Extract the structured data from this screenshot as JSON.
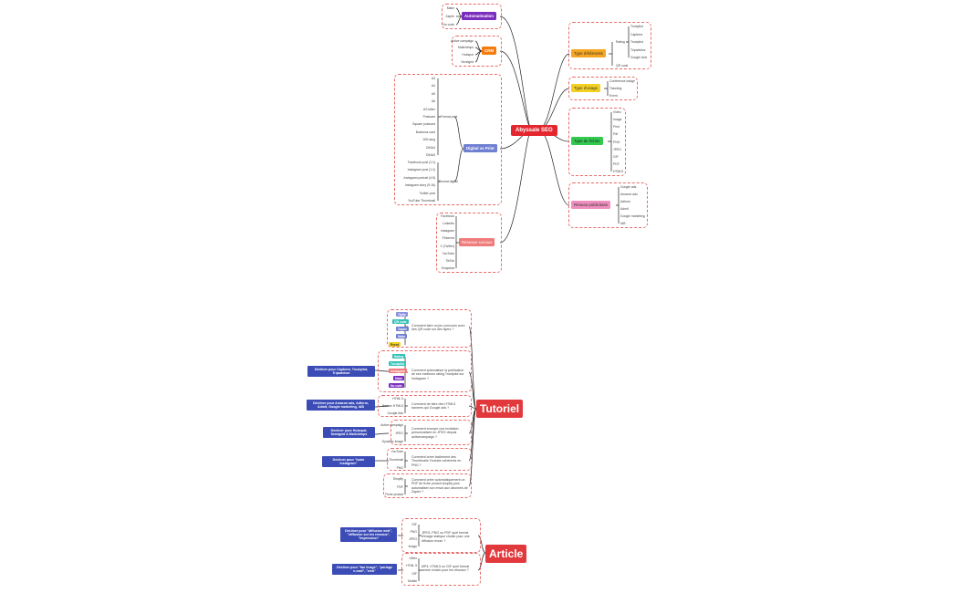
{
  "colors": {
    "central": "#e4262f",
    "automatisation": "#7b2ebd",
    "crm": "#f57c0c",
    "digital_vs_print": "#6f7fd1",
    "reseaux_sociaux": "#ef7b7b",
    "type_elements": "#f5a623",
    "type_usage": "#f2d024",
    "type_fichier": "#32c94f",
    "reseau_publicitaire": "#f08fbf",
    "dashed_border": "#e86a6a",
    "explainer": "#3b4cb6"
  },
  "map": {
    "central": "Abyssale SEO",
    "automatisation": {
      "label": "Automatisation",
      "items": [
        "Make",
        "Zapier",
        "No code"
      ]
    },
    "crm": {
      "label": "CRM",
      "items": [
        "Active campaign",
        "Mailchimps",
        "Hubspot",
        "Sendgrid"
      ]
    },
    "digital_print": {
      "label": "Digital vs Print",
      "format_print": "Format print",
      "format_digital": "Format digital",
      "print_items": [
        "A3",
        "A4",
        "A5",
        "A6",
        "US letter",
        "Postcard",
        "Square postcard",
        "Business card",
        "DIN-lang",
        "DINA4",
        "DINA3"
      ],
      "digital_items": [
        "Facebook post (1:1)",
        "Instagram post (1:1)",
        "Instagram portrait (4:5)",
        "Instagram story (9:16)",
        "Twitter post",
        "YouTube Thumbnail"
      ]
    },
    "reseaux": {
      "label": "Réseaux sociaux",
      "items": [
        "Facebook",
        "LinkedIn",
        "Instagram",
        "Pinterest",
        "X (Twitter)",
        "YouTube",
        "TikTok",
        "Snapchat"
      ]
    },
    "type_elements": {
      "label": "Type d'éléments",
      "rating": "Rating",
      "rating_items": [
        "Trustpilot",
        "Capterra",
        "Trustpilot",
        "Tripadvisor",
        "Google Avis"
      ],
      "qr": "QR code"
    },
    "type_usage": {
      "label": "Type d'usage",
      "items": [
        "Conférence badge",
        "Ticketing",
        "Event"
      ]
    },
    "type_fichier": {
      "label": "Type de fichier",
      "items": [
        "Vidéo",
        "Image",
        "Print",
        "Pdf",
        "PNG",
        "JPEG",
        "GIF",
        "PDF",
        "HTML5"
      ]
    },
    "reseau_pub": {
      "label": "Réseau publicitaire",
      "items": [
        "Google ads",
        "Amazon ads",
        "Adform",
        "Admit",
        "Google marketing",
        "IAB"
      ]
    }
  },
  "tutoriel": {
    "title": "Tutoriel",
    "g1": {
      "chips": [
        "Tipify",
        "QR code",
        "Zapier",
        "Make",
        "Event"
      ],
      "note": "Comment faire un jeu concours avec des QR code sur des flyers ?"
    },
    "g2": {
      "chips": [
        "Rating",
        "Trustpilot",
        "Instagram",
        "Make",
        "No code"
      ],
      "note": "Comment automatiser la publication de ses meilleurs rating Trustpilot sur Instagram ?",
      "explain": "Décliner pour Capterra, Trustpilot, Tripadvisor"
    },
    "g3": {
      "items": [
        "HTML 5",
        "Banner HTML5",
        "Google Ads"
      ],
      "note": "Comment de faire des HTML5 banners qui Google ads ?",
      "explain": "Décliner pour Amazon ads, Adform, Admit, Google marketing, IAB"
    },
    "g4": {
      "items": [
        "Active campaign",
        "JPEG",
        "Dynamic image"
      ],
      "note": "Comment envoyer une invitation personnalisée en JPEG depuis activecampaign ?",
      "explain": "Décliner pour Hubspot, Sendgrid & Mailchimps"
    },
    "g5": {
      "items": [
        "YouTube",
        "Thumbnail",
        "PNG"
      ],
      "note": "Comment créer facilement des Thumbnails Youtube cohérents en PNG ?",
      "explain": "Décliner pour \"toute Instagram\""
    },
    "g6": {
      "items": [
        "Shopify",
        "PDF",
        "Fiche produit"
      ],
      "note": "Comment créer automatiquement un PDF de fiche produit shopify puis automatiser son envoi aux abonnés de Zapier ?"
    }
  },
  "article": {
    "title": "Article",
    "g1": {
      "items": [
        "GIF",
        "PNG",
        "JPEG",
        "Image"
      ],
      "note": "JPEG, PNG ou PDF quel format d'image statique choisir pour une diffusion écran ?",
      "explain": "Décliner pour \"diffusion web\", \"diffusion sur les réseaux\", \"impression\""
    },
    "g2": {
      "items": [
        "Vidéo",
        "HTML 5",
        "GIF",
        "Mobile"
      ],
      "note": "MP4, HTML5 ou GIF quel format animé choisir pour les réseaux ?",
      "explain": "Décliner pour \"fan linage\", \"partage e-mail\", \"web\""
    }
  }
}
